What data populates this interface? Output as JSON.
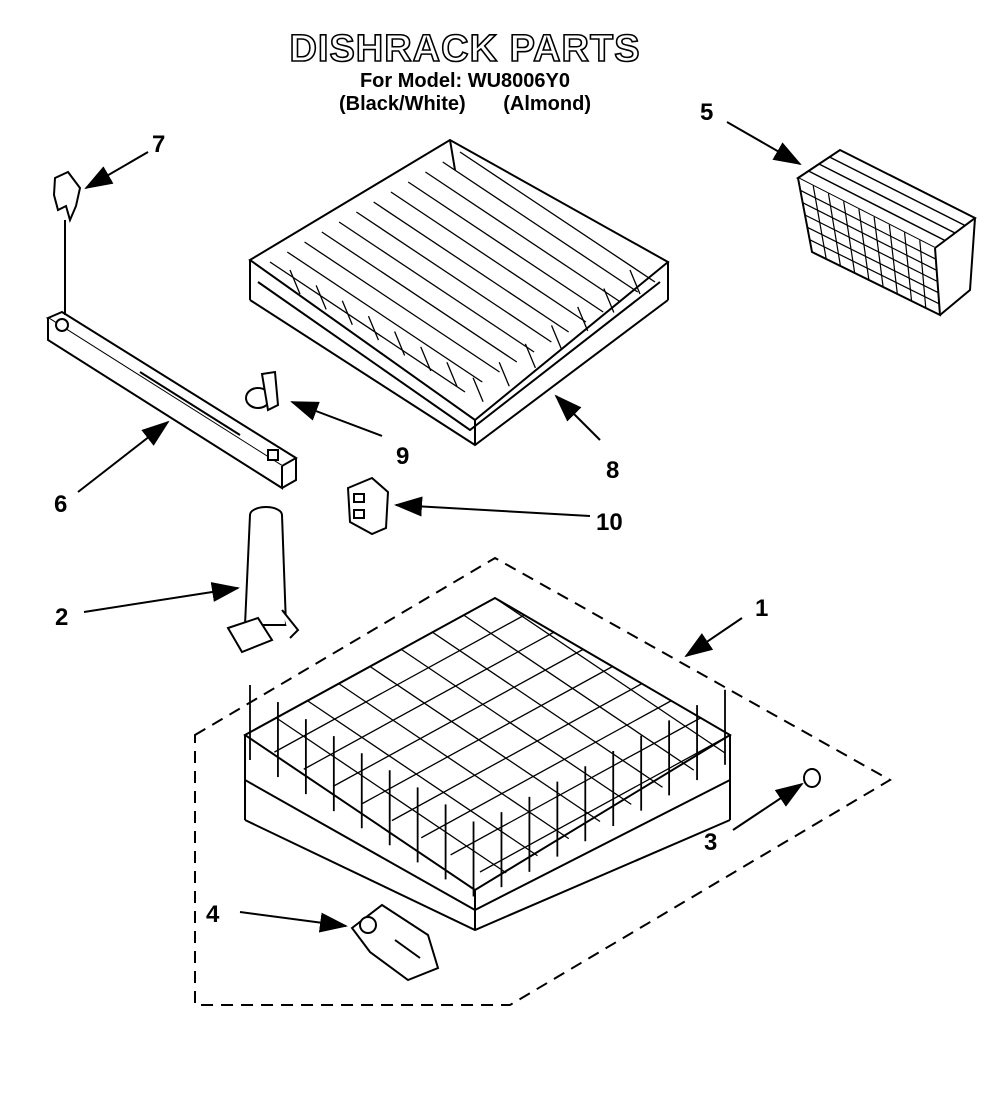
{
  "title": "DISHRACK PARTS",
  "subtitle": "For Model: WU8006Y0",
  "variants": [
    "(Black/White)",
    "(Almond)"
  ],
  "callouts": [
    {
      "id": "1",
      "label": "1"
    },
    {
      "id": "2",
      "label": "2"
    },
    {
      "id": "3",
      "label": "3"
    },
    {
      "id": "4",
      "label": "4"
    },
    {
      "id": "5",
      "label": "5"
    },
    {
      "id": "6",
      "label": "6"
    },
    {
      "id": "7",
      "label": "7"
    },
    {
      "id": "8",
      "label": "8"
    },
    {
      "id": "9",
      "label": "9"
    },
    {
      "id": "10",
      "label": "10"
    }
  ],
  "colors": {
    "ink": "#000000",
    "paper": "#ffffff"
  }
}
